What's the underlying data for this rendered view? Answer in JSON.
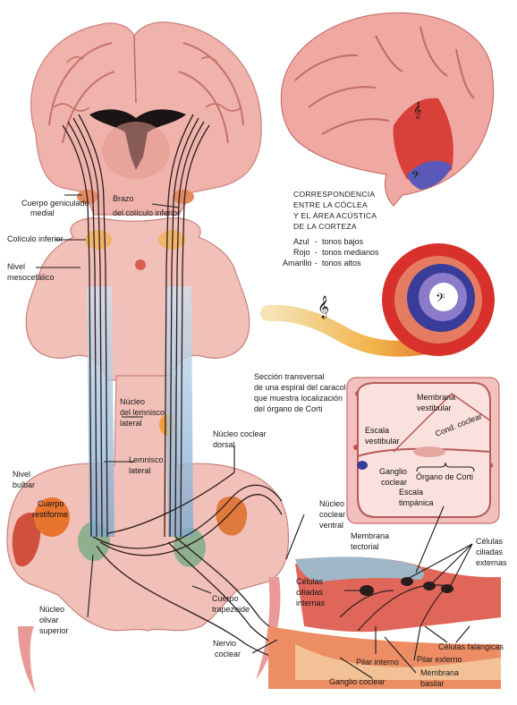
{
  "labels": {
    "cuerpo_geniculado": [
      "Cuerpo geniculado",
      "medial"
    ],
    "brazo": [
      "Brazo",
      "del colículo inferior"
    ],
    "coliculo_inferior": "Colículo inferior",
    "nivel_mesocefalico": [
      "Nivel",
      "mesocefálico"
    ],
    "nucleo_lemnisco": [
      "Núcleo",
      "del lemnisco",
      "lateral"
    ],
    "lemnisco_lateral": [
      "Lemnisco",
      "lateral"
    ],
    "nucleo_coclear_dorsal": [
      "Núcleo coclear",
      "dorsal"
    ],
    "nivel_bulbar": [
      "Nivel",
      "bulbar"
    ],
    "cuerpo_restiforme": [
      "Cuerpo",
      "restiforme"
    ],
    "nucleo_coclear_ventral": [
      "Núcleo",
      "coclear",
      "ventral"
    ],
    "nucleo_olivar": [
      "Núcleo",
      "olivar",
      "superior"
    ],
    "cuerpo_trapezoide": [
      "Cuerpo",
      "trapezoide"
    ],
    "nervio_coclear": [
      "Nervio",
      "coclear"
    ],
    "ganglio_coclear_bottom": "Ganglio coclear",
    "pilar_interno": "Pilar interno",
    "pilar_externo": "Pilar externo",
    "membrana_basilar": [
      "Membrana",
      "basilar"
    ],
    "celulas_falangicas": "Células falángicas",
    "celulas_ciliadas_externas": [
      "Células",
      "ciliadas",
      "externas"
    ],
    "celulas_ciliadas_internas": [
      "Células",
      "ciliadas",
      "internas"
    ],
    "membrana_tectorial": [
      "Membrana",
      "tectorial"
    ],
    "seccion_transversal": [
      "Sección transversal",
      "de una espiral del caracol",
      "que muestra localización",
      "del órgano de Corti"
    ],
    "membrana_vestibular": [
      "Membrana",
      "vestibular"
    ],
    "cond_coclear": "Cond. coclear",
    "escala_vestibular": [
      "Escala",
      "vestibular"
    ],
    "ganglio_coclear_inset": [
      "Ganglio",
      "coclear"
    ],
    "organo_corti": "Órgano de Corti",
    "escala_timpanica": [
      "Escala",
      "timpánica"
    ]
  },
  "correspondence": {
    "heading": [
      "CORRESPONDENCIA",
      "ENTRE LA CÓCLEA",
      "Y EL ÁREA ACÚSTICA",
      "DE LA CORTEZA"
    ],
    "rows": [
      {
        "color": "Azul",
        "sep": "-",
        "desc": "tonos bajos"
      },
      {
        "color": "Rojo",
        "sep": "-",
        "desc": "tonos medianos"
      },
      {
        "color": "Amarillo",
        "sep": "-",
        "desc": "tonos altos"
      }
    ]
  },
  "colors": {
    "tissue": "#f1b8b0",
    "tissue_dark": "#dc8a86",
    "fiber": "#2b1d1d",
    "blue_tract": "#8fb9d8",
    "nucleus_orange": "#f0a03c",
    "nucleus_green": "#8cab8a",
    "cochlea_red": "#d8302a",
    "cochlea_blue": "#3a3c9a",
    "cochlea_yellow": "#f2d58e"
  }
}
